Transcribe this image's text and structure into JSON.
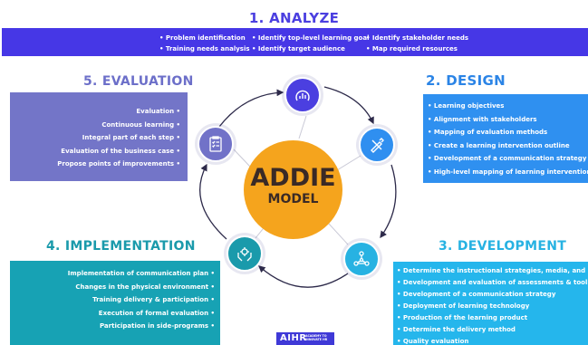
{
  "colors": {
    "analyze": "#4637e6",
    "design": "#2f90f0",
    "development": "#25b6ec",
    "implementation": "#17a2b4",
    "evaluation": "#7375c8",
    "hub": "#f5a41d"
  },
  "hub": {
    "line1": "ADDIE",
    "line2": "MODEL"
  },
  "analyze": {
    "title": "1. ANALYZE",
    "icon": "chart-icon",
    "col1": [
      "• Problem identification",
      "• Training needs analysis"
    ],
    "col2": [
      "• Identify top-level learning goal",
      "• Identify target audience"
    ],
    "col3": [
      "• Identify stakeholder needs",
      "• Map required resources"
    ]
  },
  "design": {
    "title": "2. DESIGN",
    "icon": "pencil-ruler-icon",
    "items": [
      "• Learning objectives",
      "• Alignment with stakeholders",
      "• Mapping of evaluation methods",
      "• Create a learning intervention outline",
      "• Development of a communication strategy",
      "• High-level mapping of learning intervention"
    ]
  },
  "development": {
    "title": "3. DEVELOPMENT",
    "icon": "network-icon",
    "items": [
      "• Determine the instructional strategies, media, and methods",
      "• Development and evaluation of assessments & tooling",
      "• Development of a communication strategy",
      "• Deployment of learning technology",
      "• Production of the learning product",
      "• Determine the delivery method",
      "• Quality evaluation"
    ]
  },
  "implementation": {
    "title": "4. IMPLEMENTATION",
    "icon": "hands-gear-icon",
    "items": [
      "Implementation of communication plan •",
      "Changes in the physical environment •",
      "Training delivery & participation •",
      "Execution of formal evaluation •",
      "Participation in side-programs •"
    ]
  },
  "evaluation": {
    "title": "5. EVALUATION",
    "icon": "checklist-icon",
    "items": [
      "Evaluation •",
      "Continuous learning •",
      "Integral part of each step •",
      "Evaluation of the business case •",
      "Propose points of improvements •"
    ]
  },
  "logo": {
    "mark": "AIHR",
    "sub": "ACADEMY TO INNOVATE HR"
  }
}
